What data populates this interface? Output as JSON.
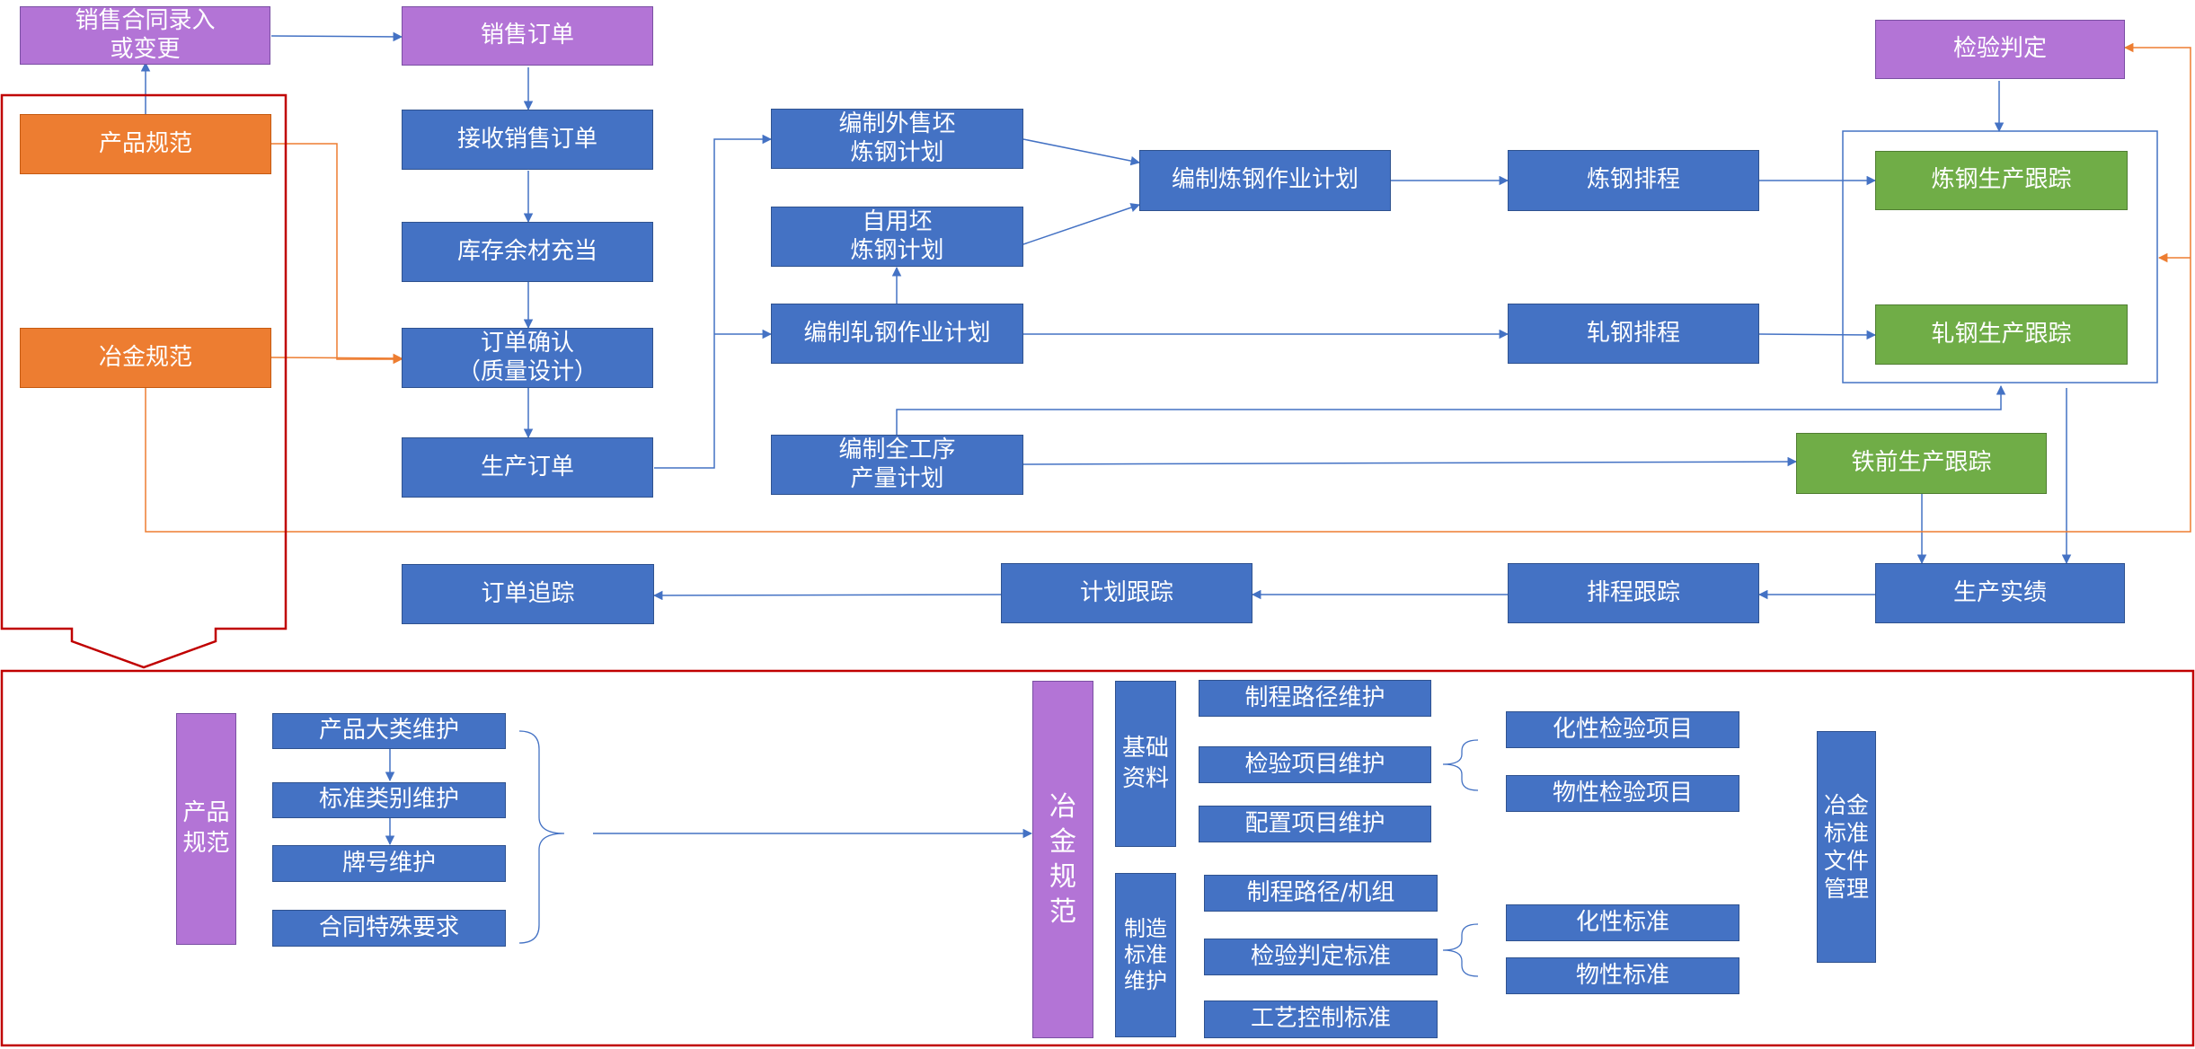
{
  "top": {
    "sales_contract": "销售合同录入\n或变更",
    "sales_order": "销售订单",
    "receive_order": "接收销售订单",
    "inventory_fill": "库存余材充当",
    "order_confirm": "订单确认\n（质量设计）",
    "production_order": "生产订单",
    "product_spec": "产品规范",
    "metallurgy_spec": "冶金规范",
    "outsale_billet_plan": "编制外售坯\n炼钢计划",
    "self_billet_plan": "自用坯\n炼钢计划",
    "rolling_plan": "编制轧钢作业计划",
    "full_process_plan": "编制全工序\n产量计划",
    "steelmaking_plan": "编制炼钢作业计划",
    "steelmaking_schedule": "炼钢排程",
    "rolling_schedule": "轧钢排程",
    "steelmaking_tracking": "炼钢生产跟踪",
    "rolling_tracking": "轧钢生产跟踪",
    "inspection_judgement": "检验判定",
    "pre_iron_tracking": "铁前生产跟踪",
    "production_results": "生产实绩",
    "schedule_tracking": "排程跟踪",
    "plan_tracking": "计划跟踪",
    "order_tracking": "订单追踪"
  },
  "bottom": {
    "product_spec_title": "产品规范",
    "product_items": [
      "产品大类维护",
      "标准类别维护",
      "牌号维护",
      "合同特殊要求"
    ],
    "metallurgy_spec_title": "冶金规范",
    "basic_data_title": "基础资料",
    "basic_items": [
      "制程路径维护",
      "检验项目维护",
      "配置项目维护"
    ],
    "inspection_items": [
      "化性检验项目",
      "物性检验项目"
    ],
    "mfg_standard_title": "制造标准维护",
    "mfg_items": [
      "制程路径/机组",
      "检验判定标准",
      "工艺控制标准"
    ],
    "standard_items": [
      "化性标准",
      "物性标准"
    ],
    "doc_mgmt_title": "冶金标准文件管理"
  },
  "colors": {
    "blue": "#4472c4",
    "purple": "#b374d6",
    "orange": "#ed7d31",
    "green": "#70ad47",
    "red_frame": "#c00000",
    "connector_blue": "#4472c4",
    "connector_orange": "#ed7d31"
  }
}
